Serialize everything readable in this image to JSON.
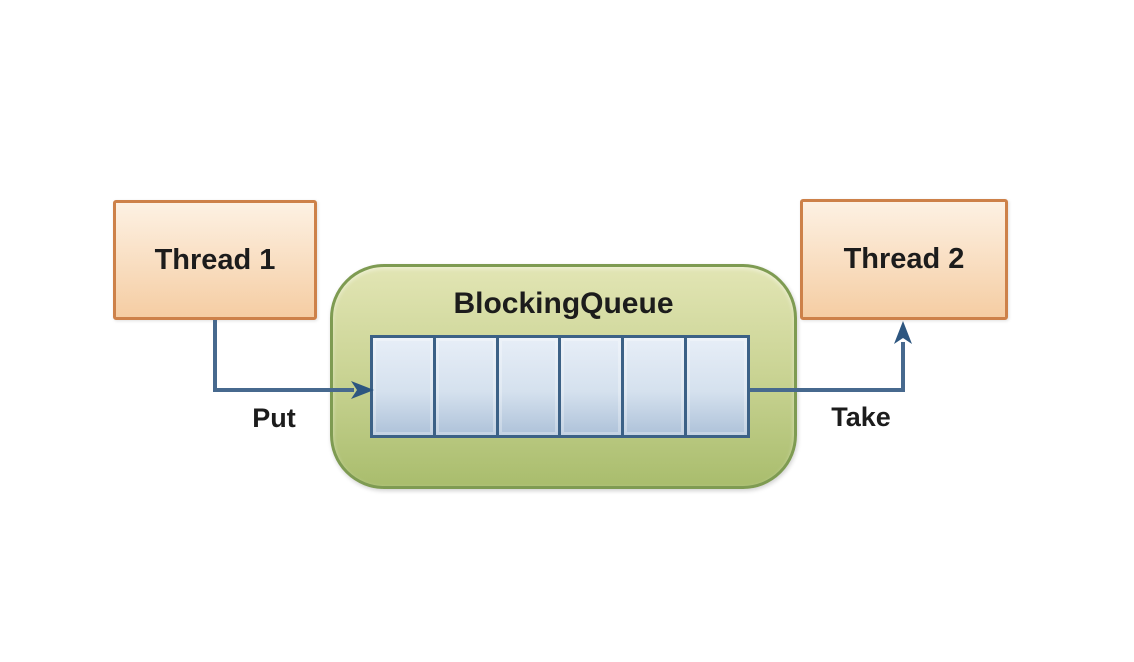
{
  "nodes": {
    "thread1": {
      "label": "Thread 1"
    },
    "thread2": {
      "label": "Thread 2"
    },
    "queue": {
      "title": "BlockingQueue",
      "cell_count": 6
    }
  },
  "edges": {
    "put": {
      "label": "Put",
      "from": "thread1",
      "to": "queue"
    },
    "take": {
      "label": "Take",
      "from": "queue",
      "to": "thread2"
    }
  },
  "colors": {
    "background": "#ffffff",
    "text": "#1c1c1c",
    "thread_box_border": "#cd8149",
    "thread_box_fill_top": "#fdf1e3",
    "thread_box_fill_bottom": "#f5cda3",
    "queue_box_border": "#7e9b52",
    "queue_box_fill_top": "#e2e5b4",
    "queue_box_fill_mid": "#c9d393",
    "queue_box_fill_bottom": "#a9bd6d",
    "cell_border": "#3c6186",
    "cell_fill_top": "#e7eef7",
    "cell_fill_mid": "#d5e1ee",
    "cell_fill_bottom": "#aec2d9",
    "arrow": "#47698e",
    "arrow_head": "#2d5680"
  }
}
